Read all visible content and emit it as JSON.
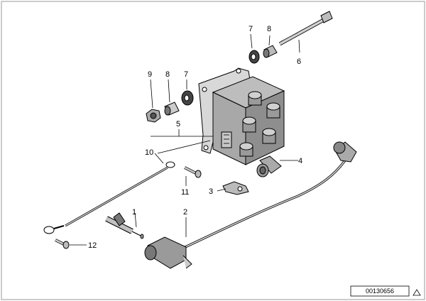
{
  "diagram": {
    "reference_code": "00130656",
    "callouts": {
      "c1": "1",
      "c2": "2",
      "c3": "3",
      "c4": "4",
      "c5": "5",
      "c6": "6",
      "c7a": "7",
      "c7b": "7",
      "c8a": "8",
      "c8b": "8",
      "c9": "9",
      "c10": "10",
      "c11": "11",
      "c12": "12"
    }
  }
}
